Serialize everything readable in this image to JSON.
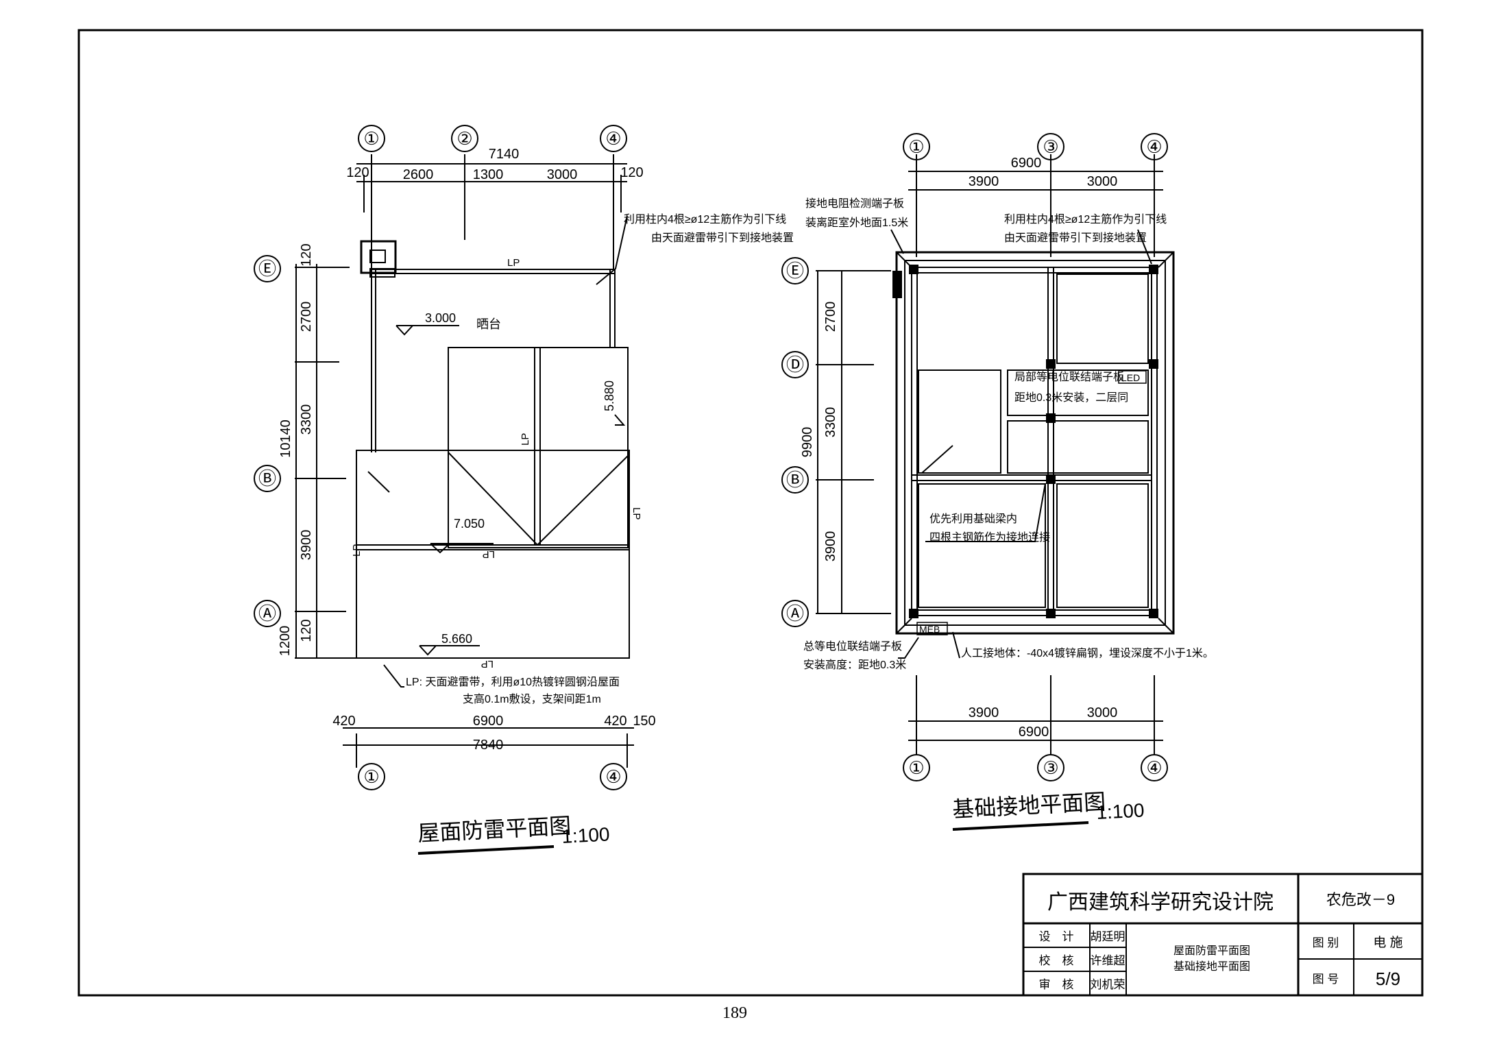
{
  "page_number": "189",
  "roof_plan": {
    "title": "屋面防雷平面图",
    "scale": "1:100",
    "axes_top": [
      "①",
      "②",
      "④"
    ],
    "axes_bottom": [
      "①",
      "④"
    ],
    "axes_left": [
      "Ⓔ",
      "Ⓑ",
      "Ⓐ"
    ],
    "dim_total_top": "7140",
    "dims_top": [
      "120",
      "2600",
      "1300",
      "3000",
      "120"
    ],
    "dims_left": [
      "120",
      "2700",
      "3300",
      "3900",
      "1200",
      "120"
    ],
    "dim_left_total": "10140",
    "dims_bottom": [
      "420",
      "6900",
      "420",
      "150"
    ],
    "dim_bottom_total": "7840",
    "elev_1": "3.000",
    "elev_2": "5.880",
    "elev_3": "7.050",
    "elev_4": "5.660",
    "terrace": "晒台",
    "lp_tag": "LP",
    "note_downlead_1": "利用柱内4根≥ø12主筋作为引下线",
    "note_downlead_2": "由天面避雷带引下到接地装置",
    "note_lp_1": "LP: 天面避雷带，利用ø10热镀锌圆钢沿屋面",
    "note_lp_2": "支高0.1m敷设，支架间距1m"
  },
  "foundation_plan": {
    "title": "基础接地平面图",
    "scale": "1:100",
    "axes_top": [
      "①",
      "③",
      "④"
    ],
    "axes_bottom": [
      "①",
      "③",
      "④"
    ],
    "axes_left": [
      "Ⓔ",
      "Ⓓ",
      "Ⓑ",
      "Ⓐ"
    ],
    "dim_top_total": "6900",
    "dims_top": [
      "3900",
      "3000"
    ],
    "dims_left": [
      "2700",
      "3300",
      "3900"
    ],
    "dim_left_total": "9900",
    "dims_bottom": [
      "3900",
      "3000"
    ],
    "dim_bottom_total": "6900",
    "note_test_1": "接地电阻检测端子板",
    "note_test_2": "装离距室外地面1.5米",
    "note_downlead_1": "利用柱内4根≥ø12主筋作为引下线",
    "note_downlead_2": "由天面避雷带引下到接地装置",
    "note_led_1": "局部等电位联结端子板",
    "note_led_2": "距地0.3米安装，二层同",
    "led_tag": "LED",
    "note_beam_1": "优先利用基础梁内",
    "note_beam_2": "四根主钢筋作为接地连接",
    "note_meb_1": "总等电位联结端子板",
    "note_meb_2": "安装高度：距地0.3米",
    "meb_tag": "MEB",
    "note_earth": "人工接地体：-40x4镀锌扁钢，埋设深度不小于1米。"
  },
  "title_block": {
    "institute": "广西建筑科学研究设计院",
    "project_code": "农危改－9",
    "design_label": "设　计",
    "design_name": "胡廷明",
    "check_label": "校　核",
    "check_name": "许维超",
    "review_label": "审　核",
    "review_name": "刘机荣",
    "drawing_title_1": "屋面防雷平面图",
    "drawing_title_2": "基础接地平面图",
    "category_label": "图 别",
    "category_value": "电 施",
    "number_label": "图 号",
    "number_value": "5/9"
  }
}
